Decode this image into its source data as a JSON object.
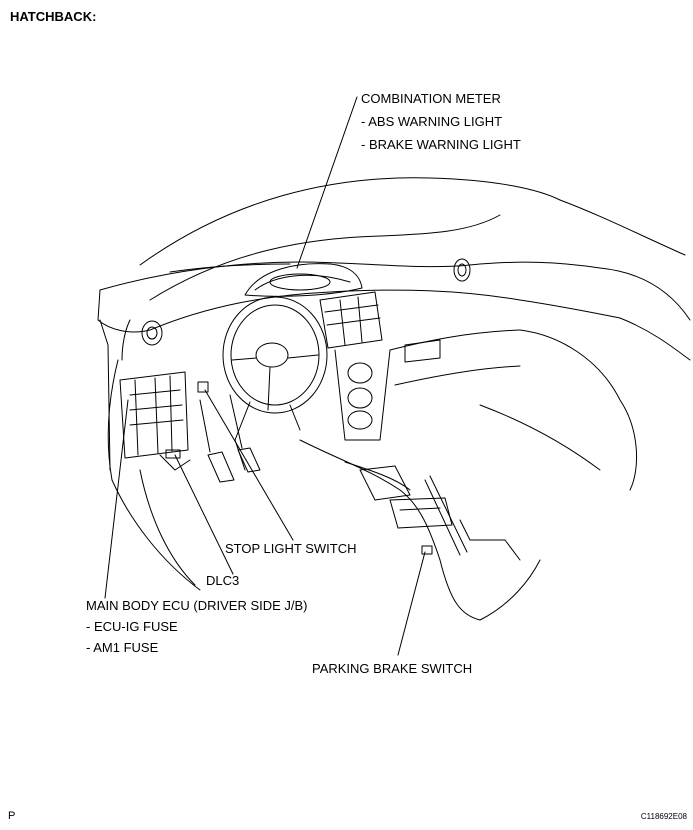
{
  "heading": "HATCHBACK:",
  "callouts": {
    "combination_meter": {
      "title": "COMBINATION METER",
      "items": [
        "- ABS WARNING LIGHT",
        "- BRAKE WARNING LIGHT"
      ]
    },
    "stop_light_switch": "STOP LIGHT SWITCH",
    "dlc3": "DLC3",
    "main_body_ecu": {
      "title": "MAIN BODY ECU (DRIVER SIDE J/B)",
      "items": [
        "- ECU-IG FUSE",
        "- AM1 FUSE"
      ]
    },
    "parking_brake_switch": "PARKING BRAKE SWITCH"
  },
  "footer": {
    "left_mark": "P",
    "figure_id": "C118692E08"
  }
}
